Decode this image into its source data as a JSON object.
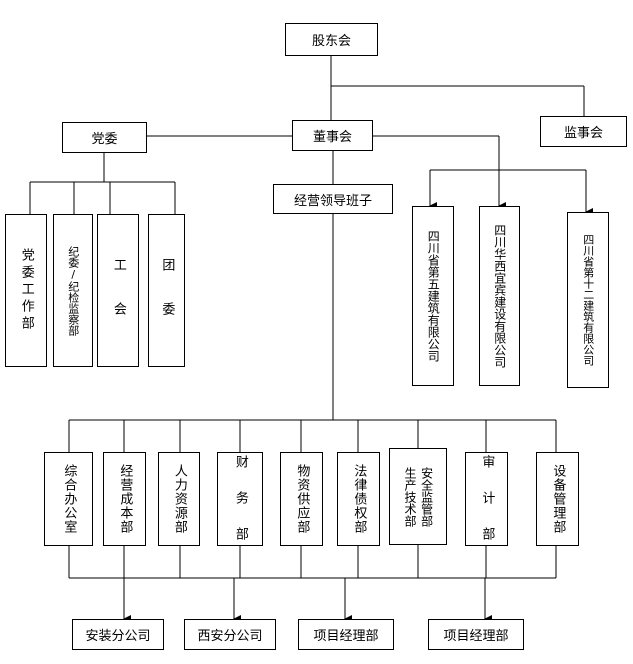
{
  "top": {
    "shareholders": "股东会",
    "board": "董事会",
    "supervisors": "监事会"
  },
  "party": {
    "committee": "党委",
    "units": [
      "党委工作部",
      "纪委/纪检监察部",
      "工 会",
      "团 委"
    ]
  },
  "management": {
    "team": "经营领导班子"
  },
  "companies": [
    "四川省第五建筑有限公司",
    "四川华西宜宾建设有限公司",
    "四川省第十二建筑有限公司"
  ],
  "departments": [
    "综合办公室",
    "经营成本部",
    "人力资源部",
    "财 务 部",
    "物资供应部",
    "法律债权部",
    "安全监管部",
    "生产技术部",
    "审 计 部",
    "设备管理部"
  ],
  "branches": [
    "安装分公司",
    "西安分公司",
    "项目经理部",
    "项目经理部"
  ]
}
